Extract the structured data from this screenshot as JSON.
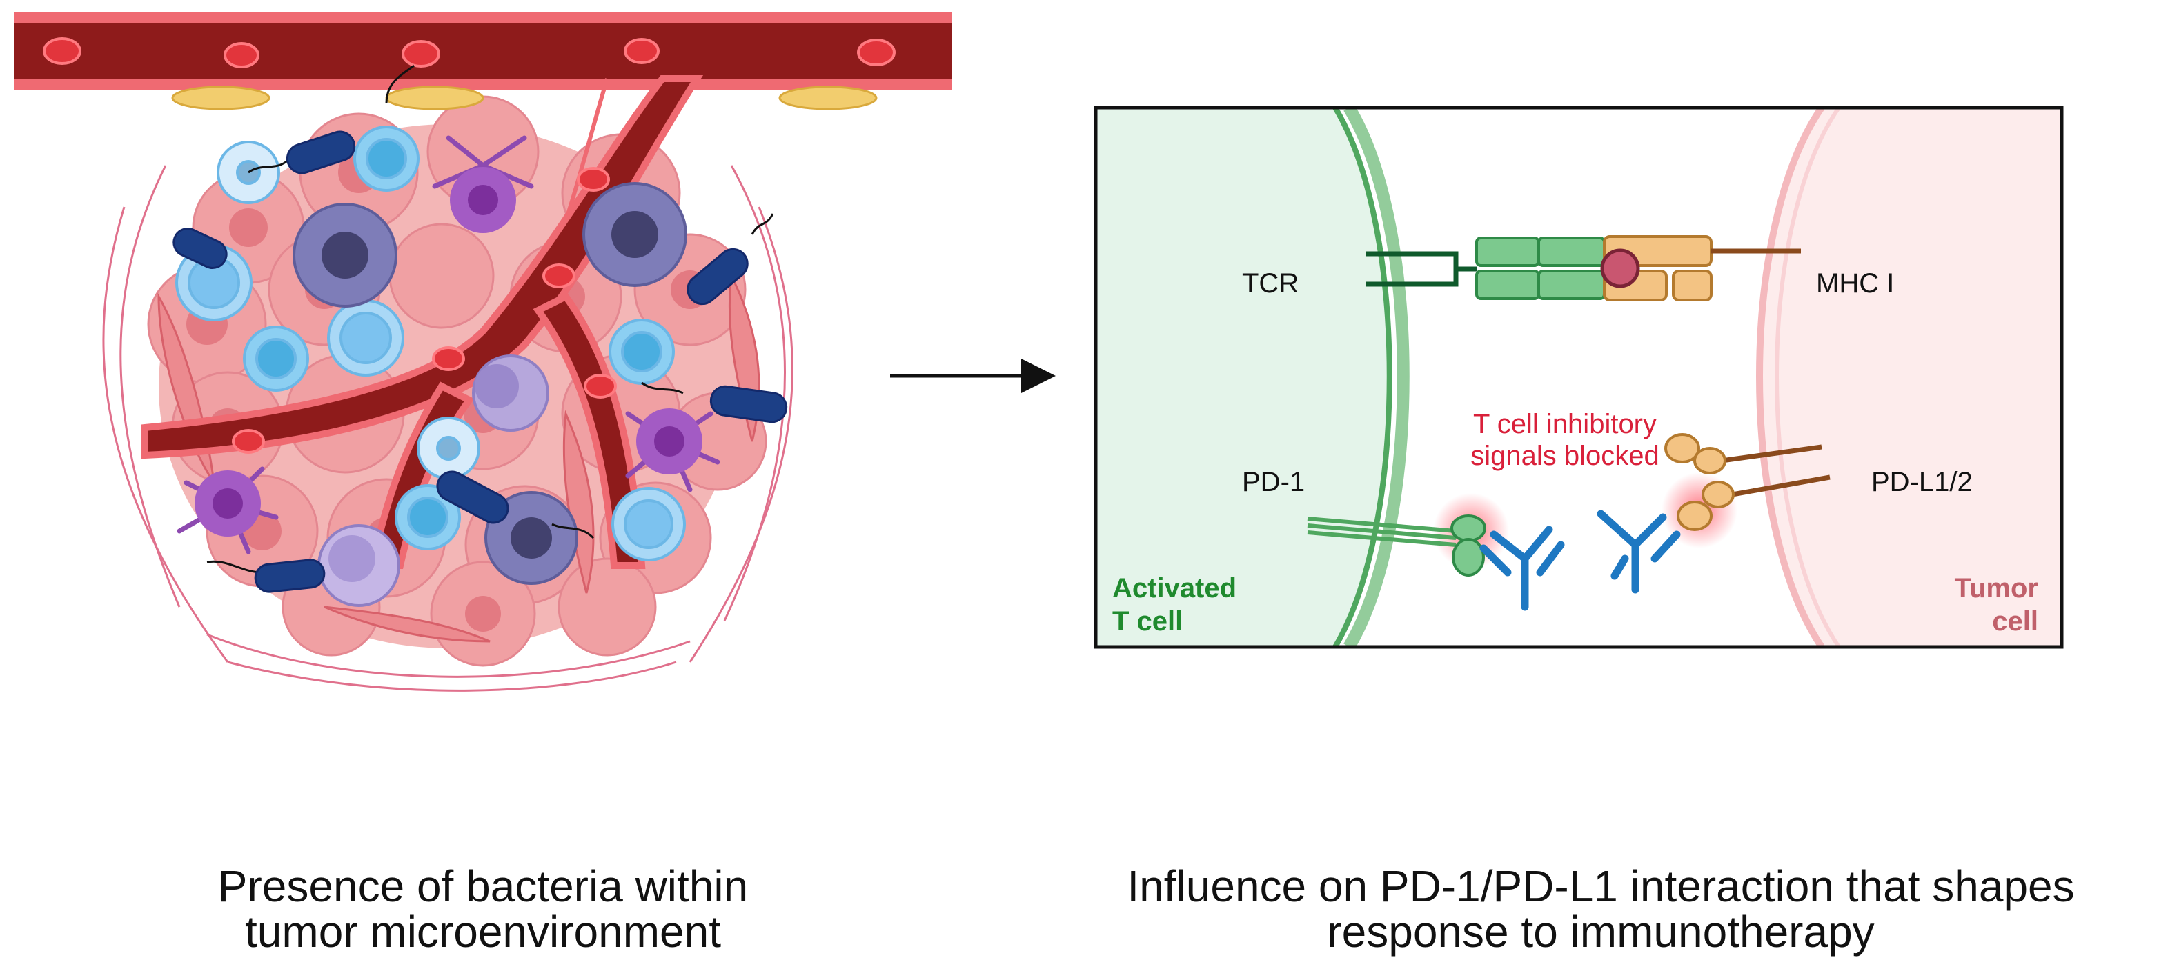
{
  "left_caption": {
    "line1": "Presence of bacteria within",
    "line2": "tumor microenvironment"
  },
  "right_caption": {
    "line1": "Influence on PD-1/PD-L1 interaction that shapes",
    "line2": "response to immunotherapy"
  },
  "panel": {
    "tcr_label": "TCR",
    "mhc_label": "MHC I",
    "pd1_label": "PD-1",
    "pdl_label": "PD-L1/2",
    "inhibitory_line1": "T cell inhibitory",
    "inhibitory_line2": "signals blocked",
    "tcell_line1": "Activated",
    "tcell_line2": "T cell",
    "tumor_line1": "Tumor",
    "tumor_line2": "cell"
  },
  "colors": {
    "vessel": "#8e1b1b",
    "vessel_rim": "#ef6a72",
    "tcell_green": "#1f8a2e",
    "tumor_pink": "#c0606a",
    "inhibitory_red": "#d9203a",
    "antibody_blue": "#1e78c2",
    "bacteria_blue": "#1c3f86"
  }
}
